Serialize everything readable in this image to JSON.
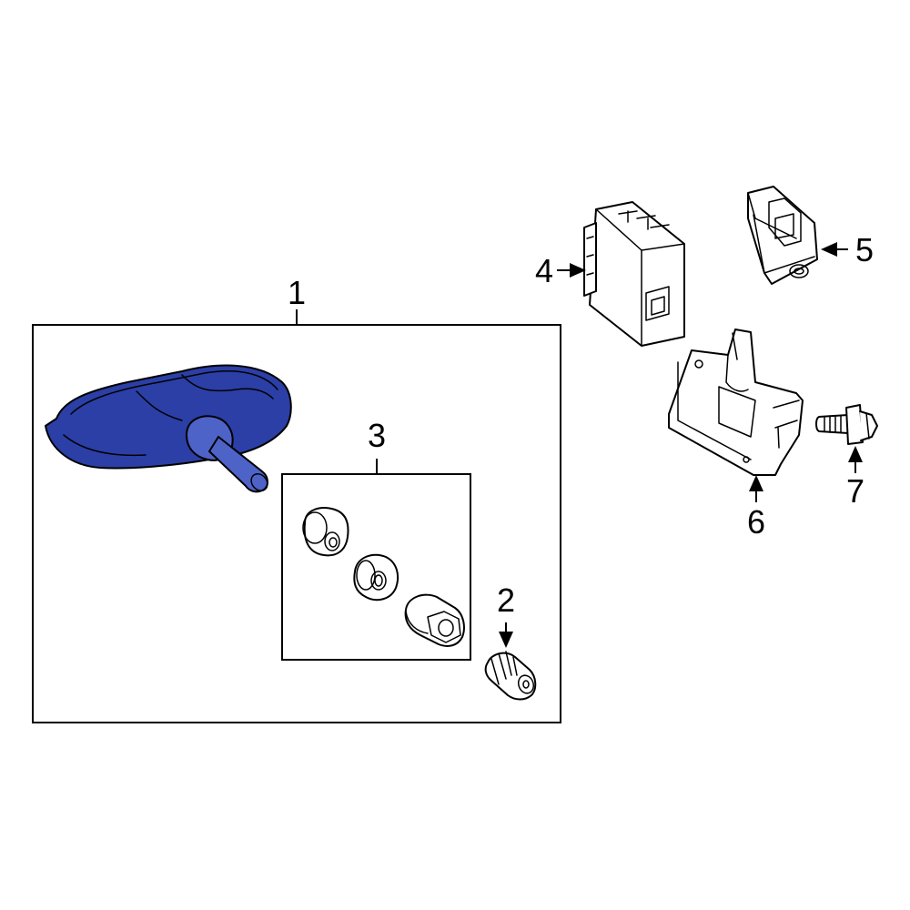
{
  "callouts": {
    "c1": "1",
    "c2": "2",
    "c3": "3",
    "c4": "4",
    "c5": "5",
    "c6": "6",
    "c7": "7"
  },
  "colors": {
    "highlight": "#2b3fa6",
    "highlight_light": "#4e63c8",
    "line": "#000000",
    "background": "#ffffff"
  }
}
